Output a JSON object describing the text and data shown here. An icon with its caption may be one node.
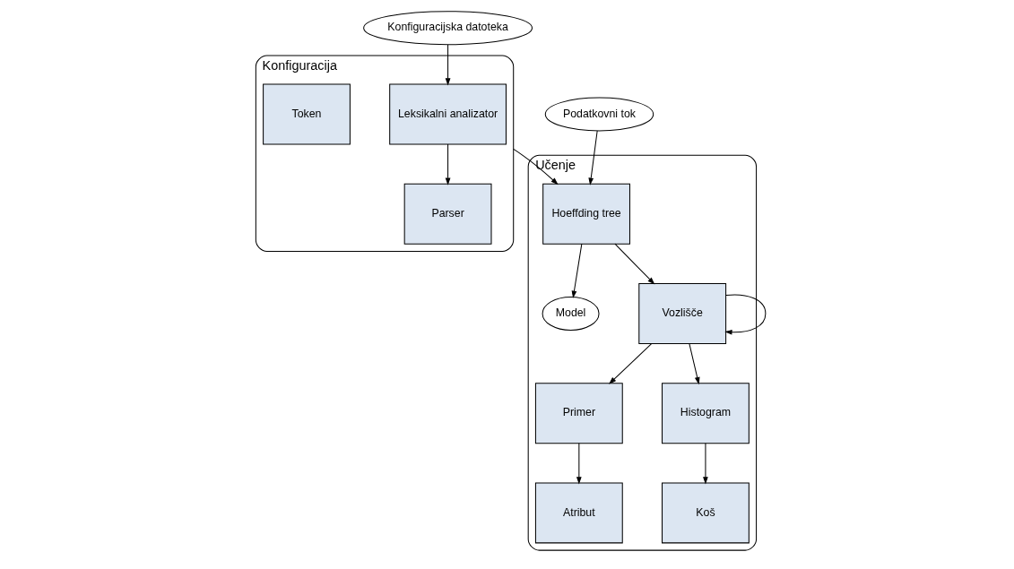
{
  "diagram": {
    "nodes": [
      {
        "text": [
          "Konfiguracijska datoteka"
        ]
      },
      {
        "text": [
          "Konfiguracija"
        ]
      },
      {
        "text": [
          "Leksikalni analizator"
        ],
        "in": 1
      },
      {
        "text": [
          "Parser"
        ],
        "in": 1
      },
      {
        "text": [
          "Token"
        ],
        "in": 1
      },
      {
        "text": [
          "Učenje"
        ]
      },
      {
        "text": [
          "Model"
        ],
        "in": 5
      },
      {
        "text": [
          "Hoeffding tree"
        ],
        "in": 5
      },
      {
        "text": [
          "Vozlišče"
        ],
        "in": 5
      },
      {
        "text": [
          "Primer"
        ],
        "in": 5
      },
      {
        "text": [
          "Atribut"
        ],
        "in": 5
      },
      {
        "text": [
          "Histogram"
        ],
        "in": 5
      },
      {
        "text": [
          "Koš"
        ],
        "in": 5
      },
      {
        "text": [
          "Podatkovni tok"
        ]
      }
    ],
    "edges": [
      {
        "from": 0,
        "to": 2,
        "arrow": "to"
      },
      {
        "from": 2,
        "to": 3,
        "arrow": "to"
      },
      {
        "from": 1,
        "to": 7,
        "arrow": "to"
      },
      {
        "from": 7,
        "to": 6,
        "arrow": "to"
      },
      {
        "from": 13,
        "to": 7,
        "arrow": "to"
      },
      {
        "from": 7,
        "to": 8,
        "arrow": "to"
      },
      {
        "from": 8,
        "to": 9,
        "arrow": "to"
      },
      {
        "from": 9,
        "to": 10,
        "arrow": "to"
      },
      {
        "from": 8,
        "to": 8,
        "arrow": "to"
      },
      {
        "from": 8,
        "to": 11,
        "arrow": "to"
      },
      {
        "from": 11,
        "to": 12,
        "arrow": "to"
      }
    ]
  }
}
